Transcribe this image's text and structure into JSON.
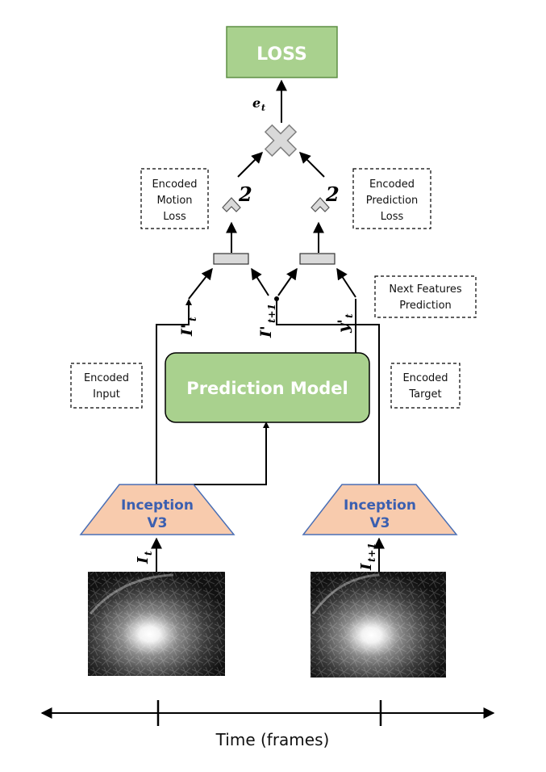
{
  "loss_label": "LOSS",
  "prediction_model_label": "Prediction Model",
  "inception_left": [
    "Inception",
    "V3"
  ],
  "inception_right": [
    "Inception",
    "V3"
  ],
  "boxes": {
    "motion_loss": [
      "Encoded",
      "Motion",
      "Loss"
    ],
    "prediction_loss": [
      "Encoded",
      "Prediction",
      "Loss"
    ],
    "next_features": [
      "Next Features",
      "Prediction"
    ],
    "encoded_input": [
      "Encoded",
      "Input"
    ],
    "encoded_target": [
      "Encoded",
      "Target"
    ]
  },
  "symbols": {
    "e": "e",
    "e_sub": "t",
    "square_left": "2",
    "square_right": "2",
    "I_in": "I",
    "I_in_sub": "t",
    "I_in_next": "I",
    "I_in_next_sub": "t+1",
    "I_prime": "I'",
    "I_prime_sub": "t",
    "I_prime_next": "I'",
    "I_prime_next_sub": "t+1",
    "y_prime": "y'",
    "y_prime_sub": "t"
  },
  "axis_label": "Time (frames)",
  "colors": {
    "green_fill": "#a9d18e",
    "green_stroke": "#5f8f45",
    "peach_fill": "#f8cbad",
    "peach_stroke": "#4a6fb5",
    "grey_fill": "#d9d9d9"
  }
}
